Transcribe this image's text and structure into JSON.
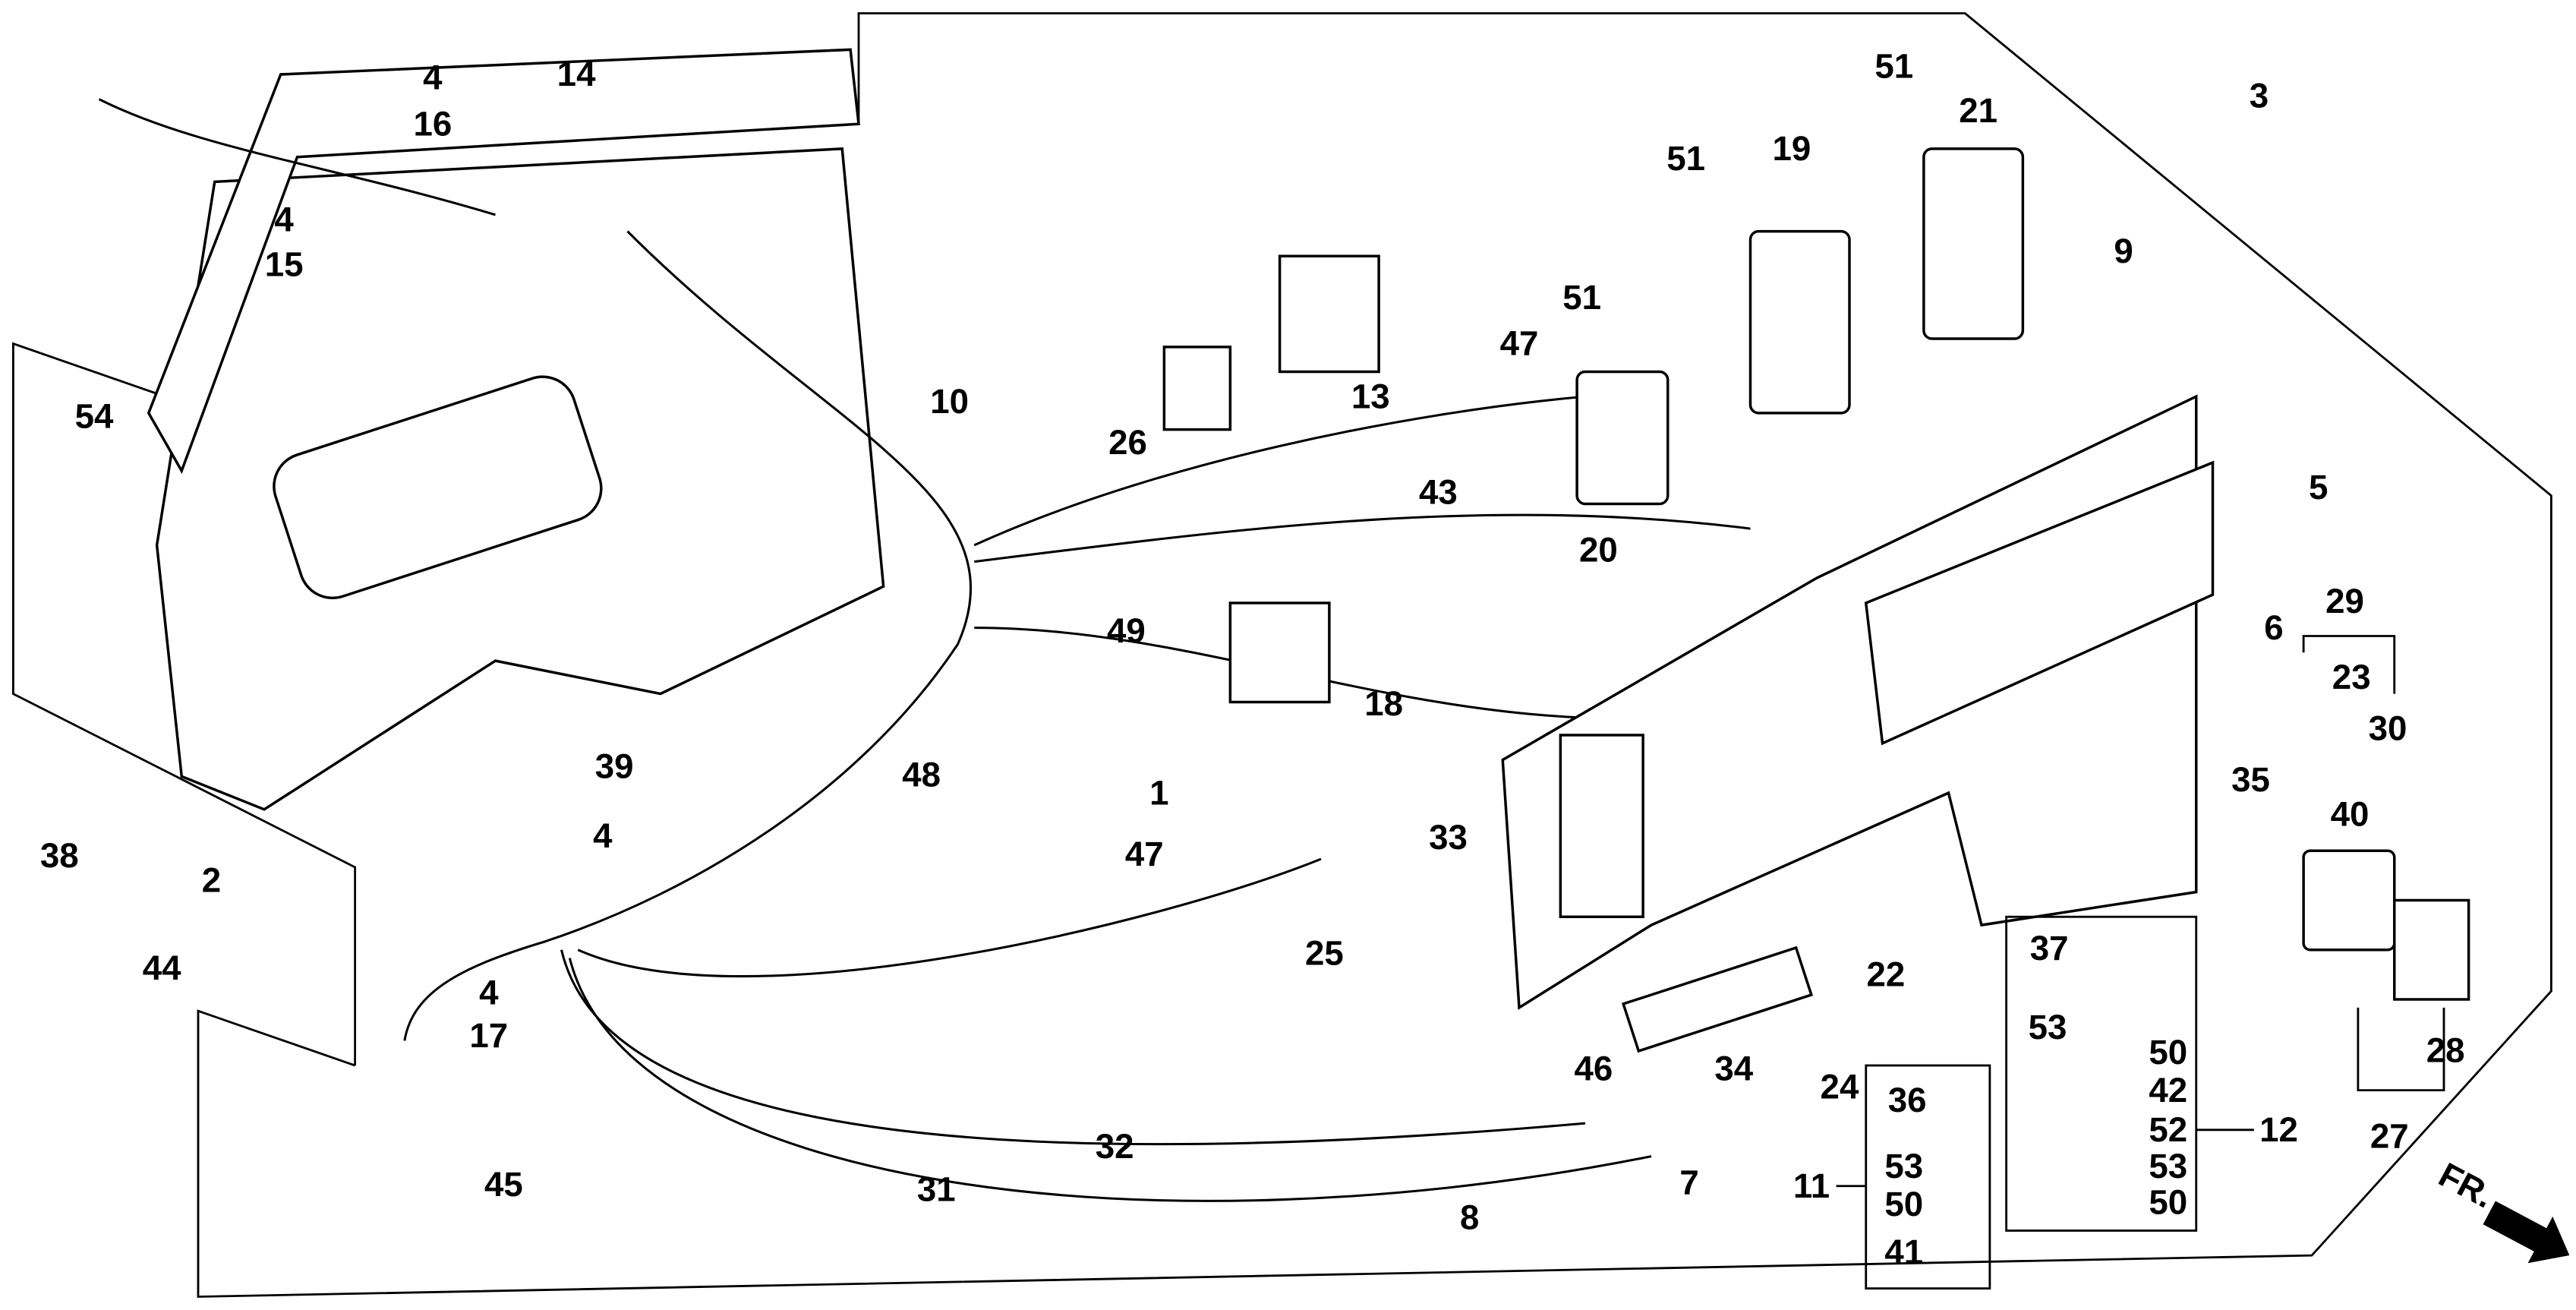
{
  "diagram": {
    "type": "exploded-parts-diagram",
    "callouts": [
      "4",
      "16",
      "14",
      "4",
      "15",
      "51",
      "21",
      "3",
      "51",
      "19",
      "9",
      "51",
      "47",
      "13",
      "10",
      "54",
      "26",
      "43",
      "5",
      "20",
      "29",
      "6",
      "49",
      "23",
      "30",
      "18",
      "39",
      "48",
      "1",
      "35",
      "40",
      "33",
      "47",
      "38",
      "2",
      "4",
      "25",
      "44",
      "4",
      "17",
      "37",
      "22",
      "28",
      "53",
      "50",
      "42",
      "52",
      "12",
      "53",
      "50",
      "46",
      "34",
      "24",
      "36",
      "27",
      "32",
      "31",
      "45",
      "7",
      "8",
      "11",
      "53",
      "50",
      "41"
    ],
    "direction_label": "FR.",
    "direction_icon": "front-arrow-icon",
    "line_color": "#000000",
    "background_color": "#ffffff"
  }
}
